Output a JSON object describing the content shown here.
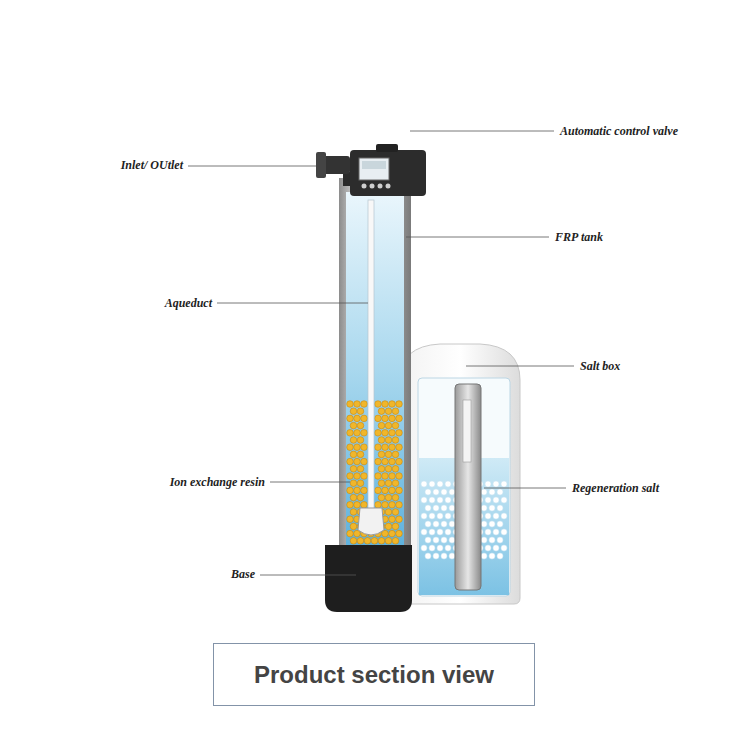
{
  "diagram": {
    "caption": "Product section view",
    "labels": [
      "Automatic control valve",
      "Inlet/ OUtlet",
      "FRP tank",
      "Aqueduct",
      "Salt box",
      "Ion exchange resin",
      "Regeneration salt",
      "Base"
    ]
  }
}
